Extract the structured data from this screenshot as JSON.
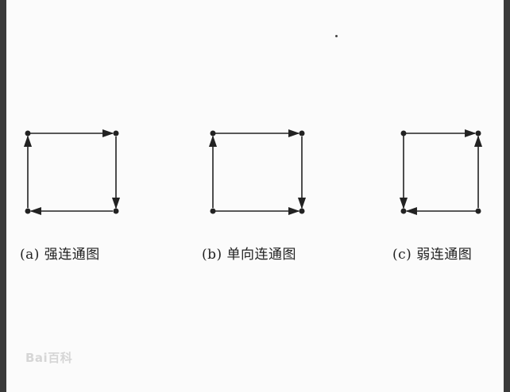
{
  "diagram": {
    "panels": [
      {
        "id": "a",
        "caption": "(a) 强连通图"
      },
      {
        "id": "b",
        "caption": "(b) 单向连通图"
      },
      {
        "id": "c",
        "caption": "(c) 弱连通图"
      }
    ],
    "watermark": "Bai百科"
  },
  "colors": {
    "page_background": "#fbfbfb",
    "frame": "#3a3a3a",
    "ink": "#222222",
    "watermark": "#d6d6d6"
  }
}
